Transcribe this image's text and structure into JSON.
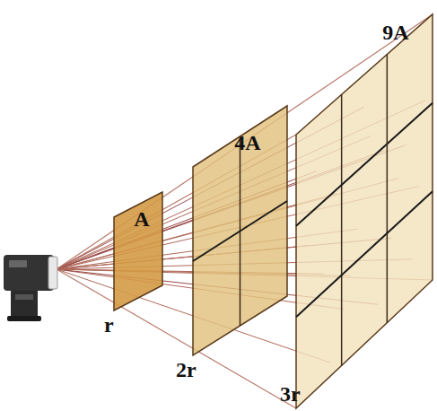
{
  "diagram": {
    "nodes": [
      {
        "text": [
          "A"
        ]
      },
      {
        "text": [
          "4A"
        ]
      },
      {
        "text": [
          "9A"
        ]
      }
    ],
    "labels": [
      "r",
      "2r",
      "3r"
    ]
  }
}
